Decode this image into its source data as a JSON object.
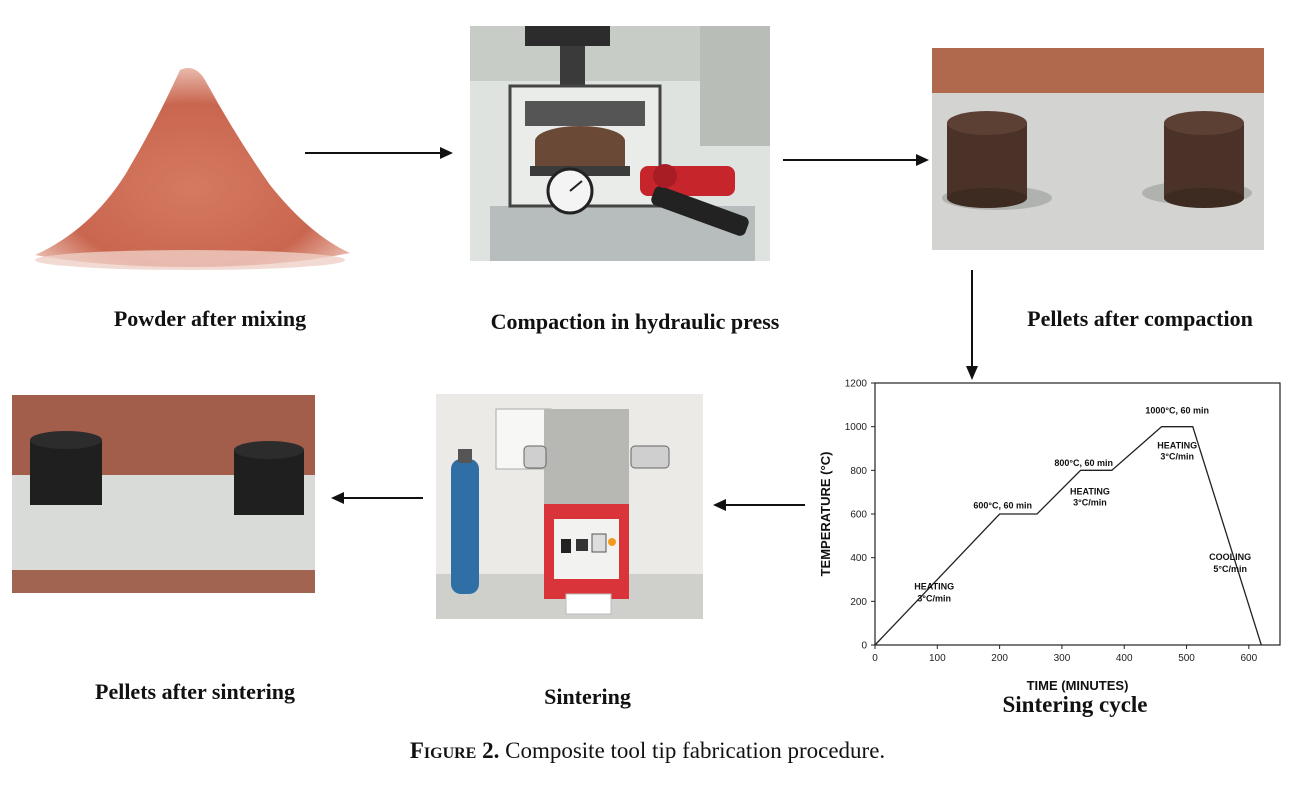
{
  "steps": {
    "powder": "Powder after mixing",
    "compaction": "Compaction in hydraulic press",
    "pellets_compaction": "Pellets after compaction",
    "sintering_cycle": "Sintering cycle",
    "sintering": "Sintering",
    "pellets_sintering": "Pellets after sintering"
  },
  "caption": {
    "figure": "Figure 2.",
    "text": "Composite tool tip fabrication procedure."
  },
  "colors": {
    "powder": "#c96b55",
    "pellet_brown": "#4a3228",
    "pellet_black": "#1f1f1f",
    "panel_red": "#d8343a",
    "press_red": "#c6252c"
  },
  "chart_data": {
    "type": "line",
    "xlabel": "TIME (MINUTES)",
    "ylabel": "TEMPERATURE (°C)",
    "xlim": [
      0,
      650
    ],
    "ylim": [
      0,
      1200
    ],
    "x_ticks": [
      "0",
      "100",
      "200",
      "300",
      "400",
      "500",
      "600"
    ],
    "y_ticks": [
      "0",
      "200",
      "400",
      "600",
      "800",
      "1000",
      "1200"
    ],
    "series": [
      {
        "x": [
          0,
          200,
          260,
          330,
          380,
          460,
          510,
          620
        ],
        "values": [
          0,
          600,
          600,
          800,
          800,
          1000,
          1000,
          0
        ]
      }
    ],
    "annotations": [
      {
        "text": "HEATING",
        "x": 95,
        "y": 255
      },
      {
        "text": "3°C/min",
        "x": 95,
        "y": 200
      },
      {
        "text": "600°C, 60 min",
        "x": 205,
        "y": 625
      },
      {
        "text": "HEATING",
        "x": 345,
        "y": 690
      },
      {
        "text": "3°C/min",
        "x": 345,
        "y": 640
      },
      {
        "text": "800°C, 60 min",
        "x": 335,
        "y": 820
      },
      {
        "text": "HEATING",
        "x": 485,
        "y": 900
      },
      {
        "text": "3°C/min",
        "x": 485,
        "y": 850
      },
      {
        "text": "1000°C, 60 min",
        "x": 485,
        "y": 1060
      },
      {
        "text": "COOLING",
        "x": 570,
        "y": 390
      },
      {
        "text": "5°C/min",
        "x": 570,
        "y": 335
      }
    ]
  }
}
